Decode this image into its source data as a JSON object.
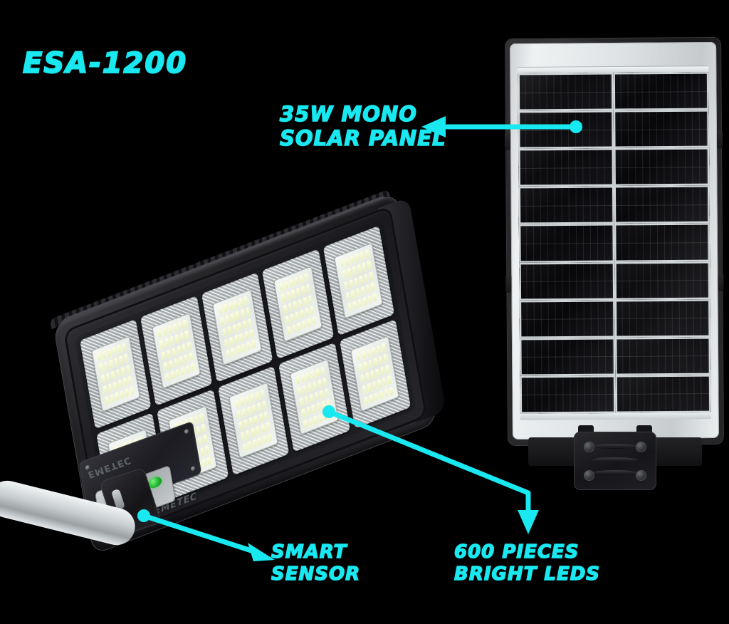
{
  "product": {
    "model_label": "ESA-1200",
    "brand": "EMETEC",
    "accent_color": "#19e8f0",
    "background_color": "#000000"
  },
  "callouts": [
    {
      "id": "solar-panel",
      "line1": "35W MONO",
      "line2": "SOLAR PANEL",
      "connector": "horizontal-line-arrow-left-dot-right"
    },
    {
      "id": "smart-sensor",
      "line1": "SMART",
      "line2": "SENSOR",
      "connector": "diagonal-line-arrow-right"
    },
    {
      "id": "bright-leds",
      "line1": "600 PIECES",
      "line2": "BRIGHT LEDs",
      "connector": "diagonal-then-vertical-arrow-down"
    }
  ],
  "labels": {
    "title": "ESA-1200",
    "solar_line1": "35W MONO",
    "solar_line2": "SOLAR PANEL",
    "sensor_line1": "SMART",
    "sensor_line2": "SENSOR",
    "leds_line1": "600 PIECES",
    "leds_line2": "BRIGHT LEDs"
  },
  "solar_panel": {
    "wattage": "35W",
    "cell_type": "MONO",
    "cell_columns": 2,
    "cell_rows": 9,
    "frame_color": "#d9dddf",
    "cell_color": "#0a0a0c",
    "bolt_count": 4
  },
  "lamp": {
    "led_module_columns": 5,
    "led_module_rows": 2,
    "led_module_count": 10,
    "chips_per_module_columns": 6,
    "chips_per_module_rows": 5,
    "housing_color": "#1d1d21",
    "lens_color": "#f2f5f2",
    "chip_color": "#fdfde4"
  },
  "sensor": {
    "indicator_color": "#2bbf3a",
    "indicator_state": "on",
    "brand_emboss": "EMETEC"
  }
}
